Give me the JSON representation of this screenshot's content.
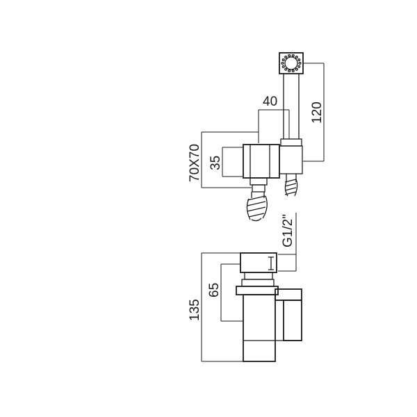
{
  "dimensions": {
    "width_top": "40",
    "height_right": "120",
    "square_outer": "70X70",
    "square_inner": "35",
    "thread": "G1/2\"",
    "height_mid": "65",
    "height_total": "135"
  },
  "colors": {
    "line": "#1a1a1a",
    "background": "#ffffff"
  }
}
